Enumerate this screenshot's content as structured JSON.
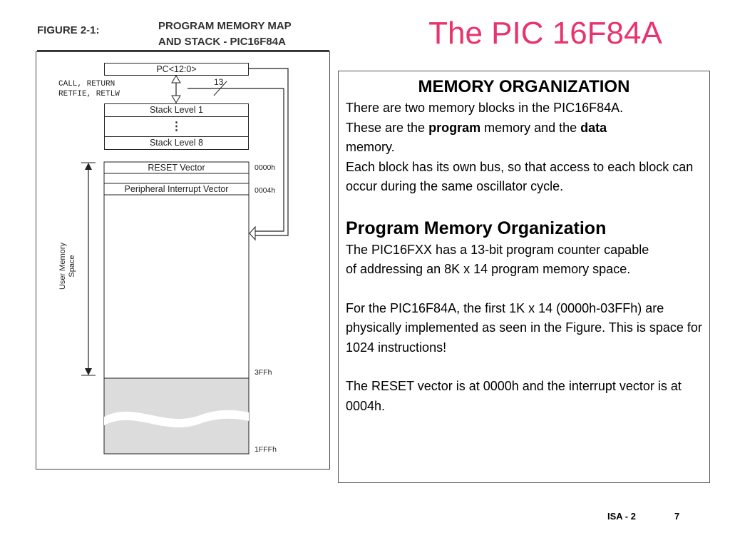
{
  "slide": {
    "title": "The PIC 16F84A"
  },
  "figure": {
    "caption_number": "FIGURE 2-1:",
    "caption_title_line1": "PROGRAM MEMORY MAP",
    "caption_title_line2": "AND STACK - PIC16F84A",
    "pc_label": "PC<12:0>",
    "instructions_line1": "CALL, RETURN",
    "instructions_line2": "RETFIE, RETLW",
    "bus_width": "13",
    "stack_level_1": "Stack Level 1",
    "stack_dots": "⋮",
    "stack_level_8": "Stack Level 8",
    "reset_vector": "RESET Vector",
    "peripheral_vector": "Peripheral Interrupt Vector",
    "addr_0000": "0000h",
    "addr_0004": "0004h",
    "addr_3ff": "3FFh",
    "addr_1fff": "1FFFh",
    "user_memory_label_line1": "User Memory",
    "user_memory_label_line2": "Space"
  },
  "text_box": {
    "heading": "MEMORY ORGANIZATION",
    "p1_line1": "There are two memory blocks in the PIC16F84A.",
    "p1_pre": "These are the ",
    "p1_bold1": "program",
    "p1_mid": " memory and the ",
    "p1_bold2": "data",
    "p1_line3": "memory.",
    "p2": "Each block has its own bus, so that access to each  block can occur during the same oscillator cycle.",
    "heading2": "Program Memory Organization",
    "p3_line1": "The PIC16FXX has a 13-bit program counter capable",
    "p3_line2": "of addressing an 8K x 14 program memory space.",
    "p4": "For the PIC16F84A, the first 1K x 14 (0000h-03FFh) are physically implemented as seen in the Figure.  This is space for 1024 instructions!",
    "p5": "The RESET vector is at 0000h and the interrupt vector is at 0004h."
  },
  "footer": {
    "label": "ISA - 2",
    "page": "7"
  }
}
